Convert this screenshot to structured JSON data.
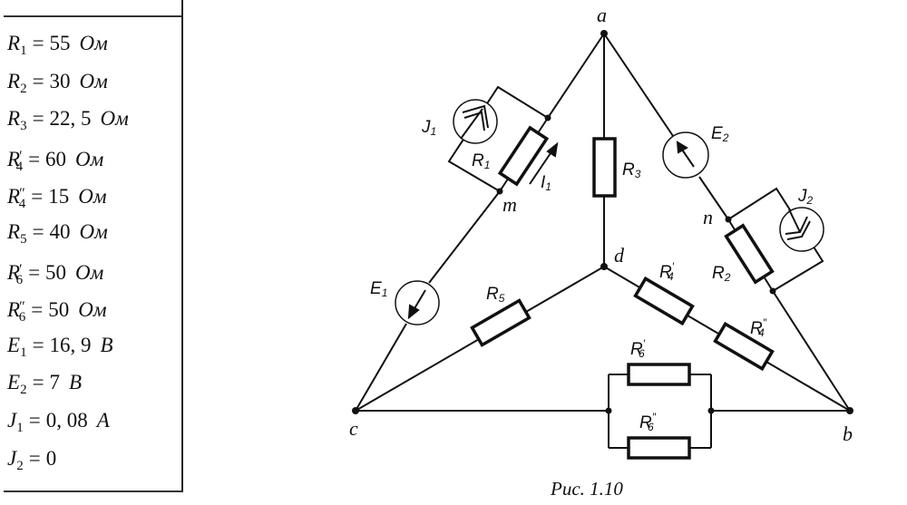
{
  "parameters": [
    {
      "symbol": "R",
      "sub": "1",
      "prime": "",
      "value": "55",
      "unit": "Ом"
    },
    {
      "symbol": "R",
      "sub": "2",
      "prime": "",
      "value": "30",
      "unit": "Ом"
    },
    {
      "symbol": "R",
      "sub": "3",
      "prime": "",
      "value": "22, 5",
      "unit": "Ом"
    },
    {
      "symbol": "R",
      "sub": "4",
      "prime": "′",
      "value": "60",
      "unit": "Ом"
    },
    {
      "symbol": "R",
      "sub": "4",
      "prime": "″",
      "value": "15",
      "unit": "Ом"
    },
    {
      "symbol": "R",
      "sub": "5",
      "prime": "",
      "value": "40",
      "unit": "Ом"
    },
    {
      "symbol": "R",
      "sub": "6",
      "prime": "′",
      "value": "50",
      "unit": "Ом"
    },
    {
      "symbol": "R",
      "sub": "6",
      "prime": "″",
      "value": "50",
      "unit": "Ом"
    },
    {
      "symbol": "E",
      "sub": "1",
      "prime": "",
      "value": "16, 9",
      "unit": "В"
    },
    {
      "symbol": "E",
      "sub": "2",
      "prime": "",
      "value": "7",
      "unit": "В"
    },
    {
      "symbol": "J",
      "sub": "1",
      "prime": "",
      "value": "0, 08",
      "unit": "А"
    },
    {
      "symbol": "J",
      "sub": "2",
      "prime": "",
      "value": "0",
      "unit": ""
    }
  ],
  "diagram": {
    "nodes": {
      "a": "a",
      "b": "b",
      "c": "c",
      "d": "d",
      "m": "m",
      "n": "n"
    },
    "labels": {
      "R1": {
        "main": "R",
        "sub": "1"
      },
      "R2": {
        "main": "R",
        "sub": "2"
      },
      "R3": {
        "main": "R",
        "sub": "3"
      },
      "R4p": {
        "main": "R",
        "sub": "4",
        "prime": "′"
      },
      "R4pp": {
        "main": "R",
        "sub": "4",
        "prime": "″"
      },
      "R5": {
        "main": "R",
        "sub": "5"
      },
      "R6p": {
        "main": "R",
        "sub": "6",
        "prime": "′"
      },
      "R6pp": {
        "main": "R",
        "sub": "6",
        "prime": "″"
      },
      "E1": {
        "main": "E",
        "sub": "1"
      },
      "E2": {
        "main": "E",
        "sub": "2"
      },
      "J1": {
        "main": "J",
        "sub": "1"
      },
      "J2": {
        "main": "J",
        "sub": "2"
      },
      "I1": {
        "main": "I",
        "sub": "1"
      }
    },
    "caption": "Рис. 1.10"
  }
}
